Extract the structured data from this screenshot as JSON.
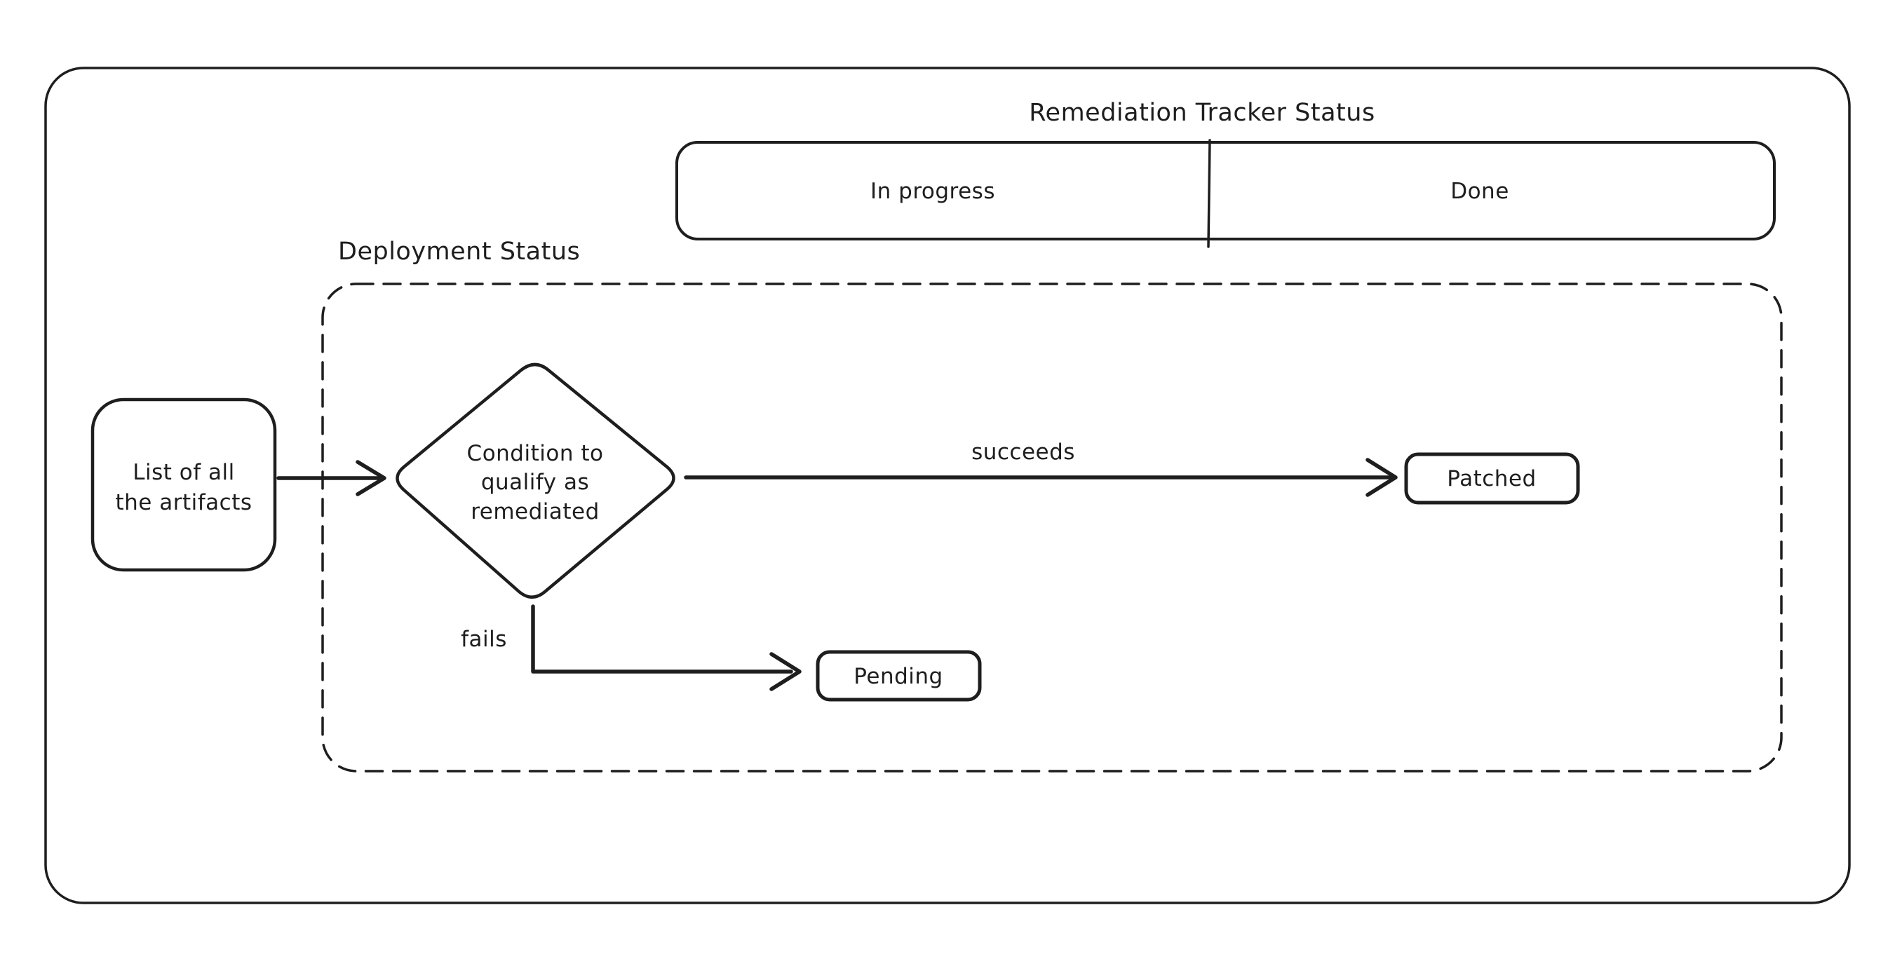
{
  "canvas": {
    "background": "#ffffff",
    "stroke_color": "#1e1e1e"
  },
  "tracker": {
    "title": "Remediation Tracker Status",
    "segments": [
      {
        "label": "In progress"
      },
      {
        "label": "Done"
      }
    ]
  },
  "artifacts_node": {
    "line1": "List of all",
    "line2": "the artifacts"
  },
  "deployment": {
    "label": "Deployment Status",
    "condition_node": {
      "line1": "Condition to",
      "line2": "qualify as",
      "line3": "remediated"
    },
    "edges": {
      "succeeds": "succeeds",
      "fails": "fails"
    },
    "patched_node": {
      "label": "Patched"
    },
    "pending_node": {
      "label": "Pending"
    }
  }
}
